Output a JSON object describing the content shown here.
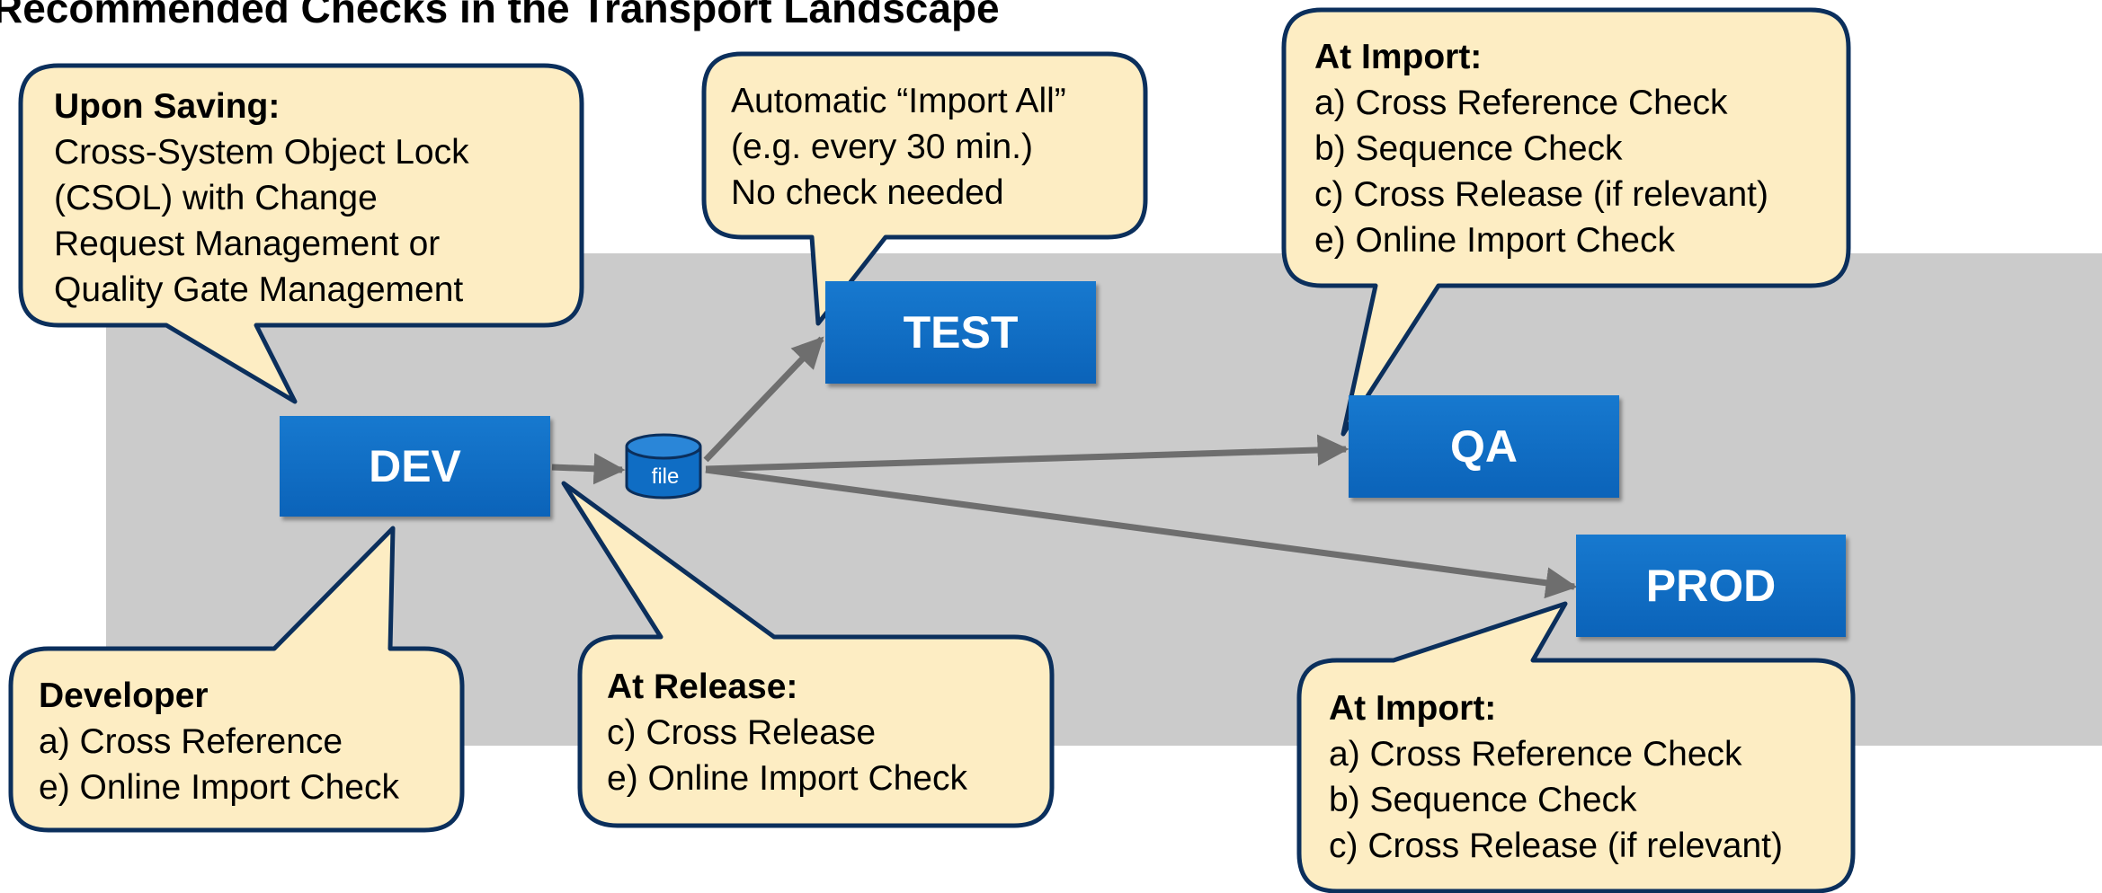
{
  "title": "Recommended Checks in the Transport Landscape",
  "systems": {
    "dev": "DEV",
    "test": "TEST",
    "qa": "QA",
    "prod": "PROD",
    "file": "file"
  },
  "callouts": {
    "saving": {
      "heading": "Upon Saving:",
      "lines": [
        "Cross-System Object Lock",
        "(CSOL) with Change",
        "Request Management or",
        "Quality Gate Management"
      ]
    },
    "test_import": {
      "lines": [
        "Automatic “Import All”",
        "(e.g. every 30 min.)",
        "No check needed"
      ]
    },
    "qa_import": {
      "heading": "At Import:",
      "lines": [
        "a) Cross Reference Check",
        "b) Sequence Check",
        "c) Cross Release (if relevant)",
        "e) Online Import Check"
      ]
    },
    "developer": {
      "heading": "Developer",
      "lines": [
        "a) Cross Reference",
        "e) Online Import Check"
      ]
    },
    "release": {
      "heading": "At Release:",
      "lines": [
        "c) Cross Release",
        "e) Online Import Check"
      ]
    },
    "prod_import": {
      "heading": "At Import:",
      "lines": [
        "a) Cross Reference Check",
        "b) Sequence Check",
        "c) Cross Release (if relevant)"
      ]
    }
  },
  "colors": {
    "landscape_bg": "#cbcbcb",
    "system_box": "#0f6dc4",
    "callout_fill": "#fdedc3",
    "callout_border": "#0b2f5c",
    "arrow": "#6e6e6e"
  }
}
